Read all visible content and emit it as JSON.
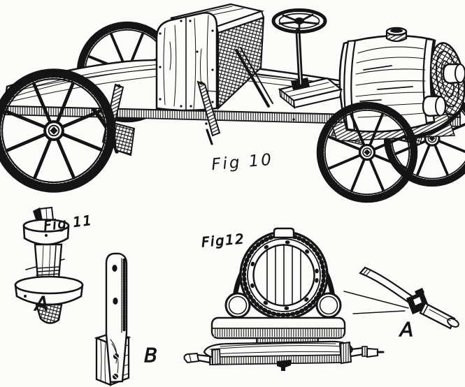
{
  "artwork": {
    "background_color": "#fcfcfa",
    "ink_color": "#141414"
  },
  "labels": {
    "fig10": "Fig 10",
    "fig11": "Fig 11",
    "fig12": "Fig12",
    "fig11_part": "A",
    "bracket_part": "B",
    "axle_part": "A"
  }
}
